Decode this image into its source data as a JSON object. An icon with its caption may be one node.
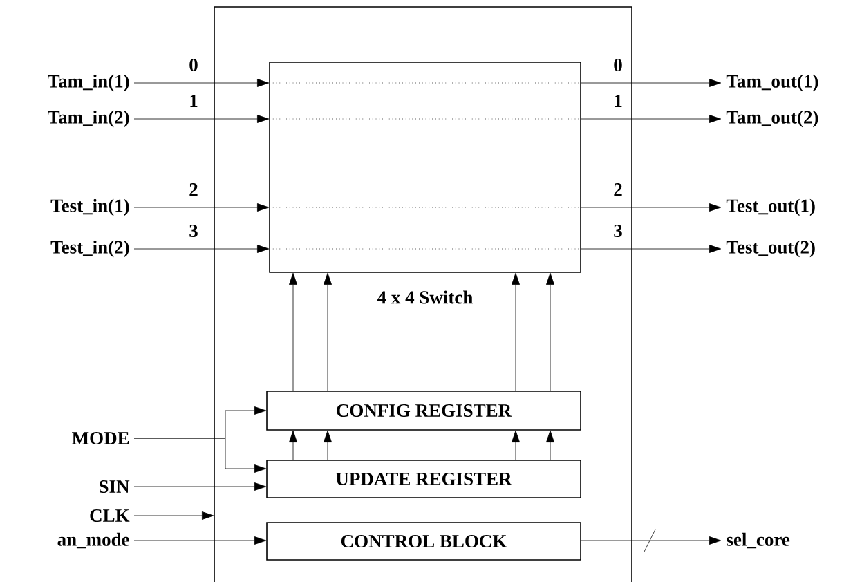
{
  "diagram": {
    "nodes": [
      {
        "text": [],
        "shape": "box"
      },
      {
        "text": [
          "4 x 4 Switch"
        ],
        "in": 0
      },
      {
        "text": [
          "CONFIG REGISTER"
        ],
        "in": 0
      },
      {
        "text": [
          "UPDATE REGISTER"
        ],
        "in": 0
      },
      {
        "text": [
          "CONTROL BLOCK"
        ],
        "in": 0
      },
      {
        "text": [
          "Tam_in(1)"
        ]
      },
      {
        "text": [
          "Tam_in(2)"
        ]
      },
      {
        "text": [
          "Test_in(1)"
        ]
      },
      {
        "text": [
          "Test_in(2)"
        ]
      },
      {
        "text": [
          "Tam_out(1)"
        ]
      },
      {
        "text": [
          "Tam_out(2)"
        ]
      },
      {
        "text": [
          "Test_out(1)"
        ]
      },
      {
        "text": [
          "Test_out(2)"
        ]
      },
      {
        "text": [
          "MODE"
        ]
      },
      {
        "text": [
          "SIN"
        ]
      },
      {
        "text": [
          "CLK"
        ]
      },
      {
        "text": [
          "an_mode"
        ]
      },
      {
        "text": [
          "sel_core"
        ]
      }
    ],
    "edges": [
      {
        "from": 5,
        "to": 1,
        "arrow": "to",
        "label": "0"
      },
      {
        "from": 6,
        "to": 1,
        "arrow": "to",
        "label": "1"
      },
      {
        "from": 7,
        "to": 1,
        "arrow": "to",
        "label": "2"
      },
      {
        "from": 8,
        "to": 1,
        "arrow": "to",
        "label": "3"
      },
      {
        "from": 1,
        "to": 9,
        "arrow": "to",
        "label": "0"
      },
      {
        "from": 1,
        "to": 10,
        "arrow": "to",
        "label": "1"
      },
      {
        "from": 1,
        "to": 11,
        "arrow": "to",
        "label": "2"
      },
      {
        "from": 1,
        "to": 12,
        "arrow": "to",
        "label": "3"
      },
      {
        "from": 2,
        "to": 1,
        "arrow": "to"
      },
      {
        "from": 2,
        "to": 1,
        "arrow": "to"
      },
      {
        "from": 2,
        "to": 1,
        "arrow": "to"
      },
      {
        "from": 2,
        "to": 1,
        "arrow": "to"
      },
      {
        "from": 3,
        "to": 2,
        "arrow": "to"
      },
      {
        "from": 3,
        "to": 2,
        "arrow": "to"
      },
      {
        "from": 3,
        "to": 2,
        "arrow": "to"
      },
      {
        "from": 3,
        "to": 2,
        "arrow": "to"
      },
      {
        "from": 13,
        "to": 2,
        "arrow": "to"
      },
      {
        "from": 13,
        "to": 3,
        "arrow": "to"
      },
      {
        "from": 14,
        "to": 3,
        "arrow": "to"
      },
      {
        "from": 15,
        "to": 0,
        "arrow": "to"
      },
      {
        "from": 16,
        "to": 4,
        "arrow": "to"
      },
      {
        "from": 4,
        "to": 17,
        "arrow": "to"
      }
    ]
  }
}
